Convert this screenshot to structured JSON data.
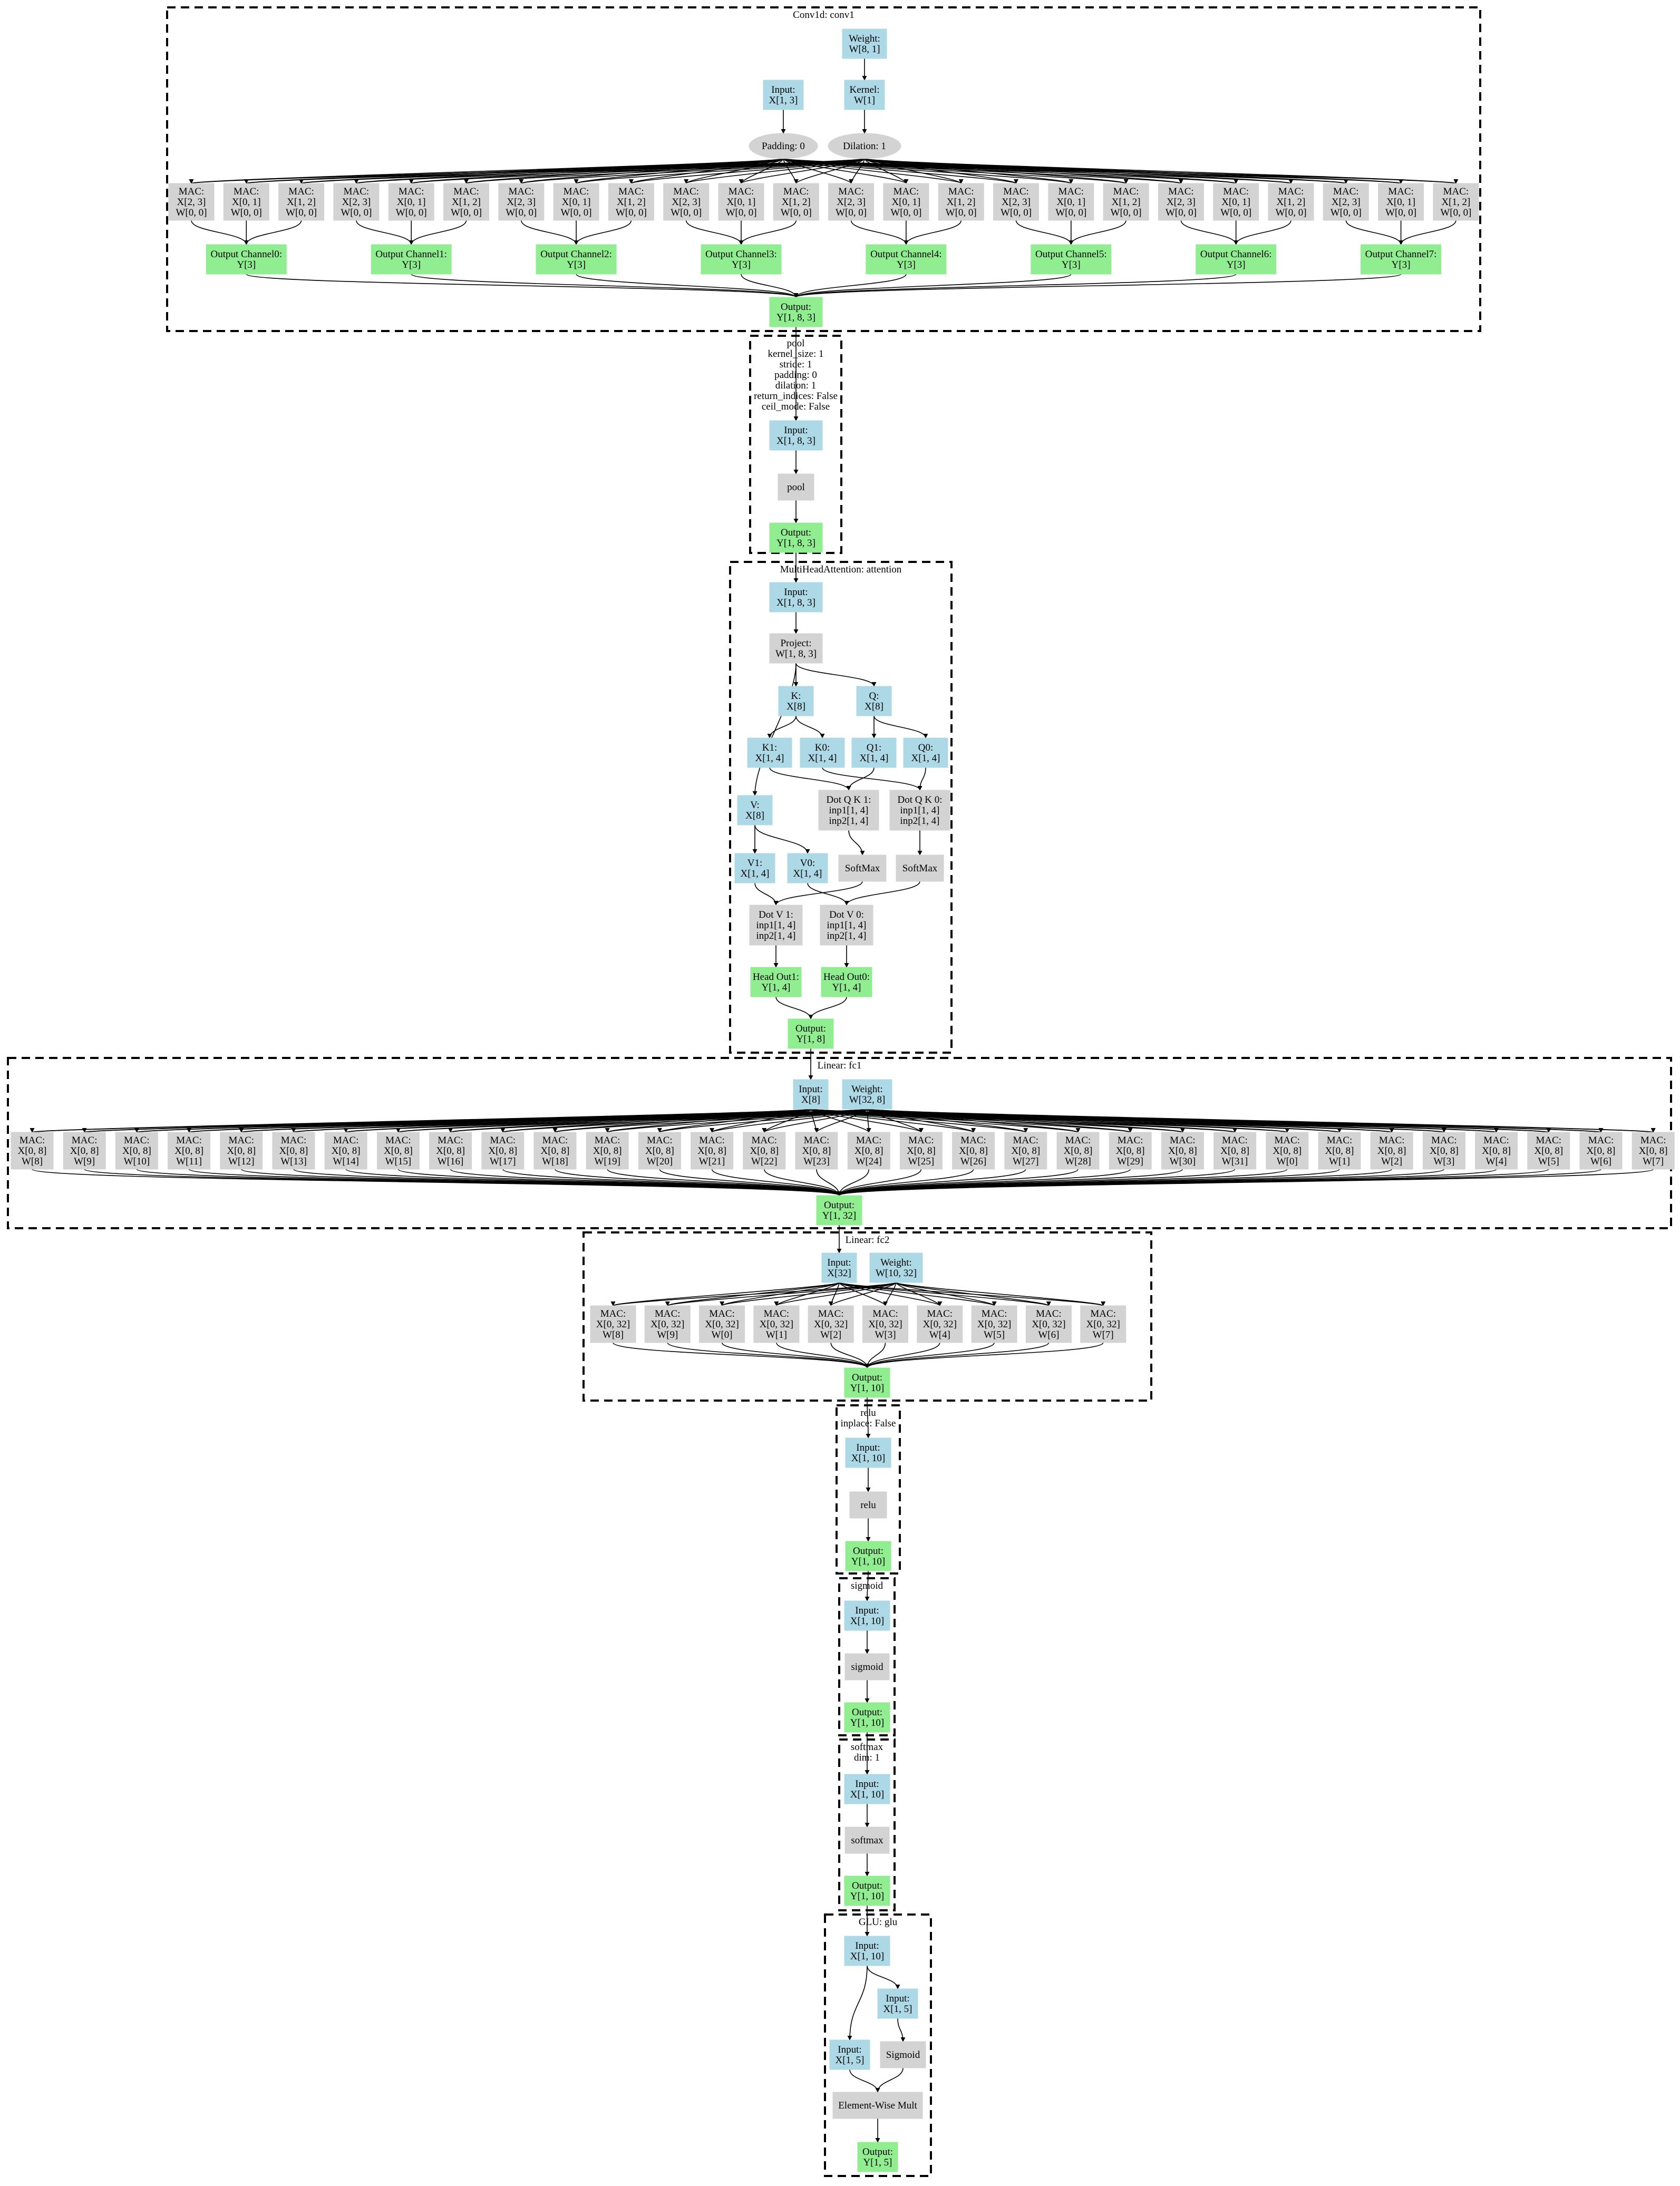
{
  "colors": {
    "input": "#add8e6",
    "op": "#d3d3d3",
    "output": "#90ee90",
    "edge": "#000000",
    "cluster_border": "#000000"
  },
  "clusters": {
    "conv1": {
      "label": "Conv1d: conv1"
    },
    "pool": {
      "label": "pool\nkernel_size: 1\nstride: 1\npadding: 0\ndilation: 1\nreturn_indices: False\nceil_mode: False"
    },
    "attention": {
      "label": "MultiHeadAttention: attention"
    },
    "fc1": {
      "label": "Linear: fc1"
    },
    "fc2": {
      "label": "Linear: fc2"
    },
    "relu": {
      "label": "relu\ninplace: False"
    },
    "sigmoid": {
      "label": "sigmoid"
    },
    "softmax": {
      "label": "softmax\ndim: 1"
    },
    "glu": {
      "label": "GLU: glu"
    }
  },
  "nodes": {
    "conv1": {
      "weight": "Weight:\nW[8, 1]",
      "kernel": "Kernel:\nW[1]",
      "input": "Input:\nX[1, 3]",
      "padding": "Padding: 0",
      "dilation": "Dilation: 1",
      "macs": [
        "MAC:\nX[2, 3]\nW[0, 0]",
        "MAC:\nX[0, 1]\nW[0, 0]",
        "MAC:\nX[1, 2]\nW[0, 0]",
        "MAC:\nX[2, 3]\nW[0, 0]",
        "MAC:\nX[0, 1]\nW[0, 0]",
        "MAC:\nX[1, 2]\nW[0, 0]",
        "MAC:\nX[2, 3]\nW[0, 0]",
        "MAC:\nX[0, 1]\nW[0, 0]",
        "MAC:\nX[1, 2]\nW[0, 0]",
        "MAC:\nX[2, 3]\nW[0, 0]",
        "MAC:\nX[0, 1]\nW[0, 0]",
        "MAC:\nX[1, 2]\nW[0, 0]",
        "MAC:\nX[2, 3]\nW[0, 0]",
        "MAC:\nX[0, 1]\nW[0, 0]",
        "MAC:\nX[1, 2]\nW[0, 0]",
        "MAC:\nX[2, 3]\nW[0, 0]",
        "MAC:\nX[0, 1]\nW[0, 0]",
        "MAC:\nX[1, 2]\nW[0, 0]",
        "MAC:\nX[2, 3]\nW[0, 0]",
        "MAC:\nX[0, 1]\nW[0, 0]",
        "MAC:\nX[1, 2]\nW[0, 0]",
        "MAC:\nX[2, 3]\nW[0, 0]",
        "MAC:\nX[0, 1]\nW[0, 0]",
        "MAC:\nX[1, 2]\nW[0, 0]"
      ],
      "channels": [
        "Output Channel0:\nY[3]",
        "Output Channel1:\nY[3]",
        "Output Channel2:\nY[3]",
        "Output Channel3:\nY[3]",
        "Output Channel4:\nY[3]",
        "Output Channel5:\nY[3]",
        "Output Channel6:\nY[3]",
        "Output Channel7:\nY[3]"
      ],
      "output": "Output:\nY[1, 8, 3]"
    },
    "pool": {
      "input": "Input:\nX[1, 8, 3]",
      "op": "pool",
      "output": "Output:\nY[1, 8, 3]"
    },
    "attention": {
      "input": "Input:\nX[1, 8, 3]",
      "project": "Project:\nW[1, 8, 3]",
      "k": "K:\nX[8]",
      "q": "Q:\nX[8]",
      "k1": "K1:\nX[1, 4]",
      "k0": "K0:\nX[1, 4]",
      "q1": "Q1:\nX[1, 4]",
      "q0": "Q0:\nX[1, 4]",
      "dotqk1": "Dot Q K 1:\ninp1[1, 4]\ninp2[1, 4]",
      "dotqk0": "Dot Q K 0:\ninp1[1, 4]\ninp2[1, 4]",
      "v": "V:\nX[8]",
      "softmax1": "SoftMax",
      "softmax0": "SoftMax",
      "v1": "V1:\nX[1, 4]",
      "v0": "V0:\nX[1, 4]",
      "dotv1": "Dot V 1:\ninp1[1, 4]\ninp2[1, 4]",
      "dotv0": "Dot V 0:\ninp1[1, 4]\ninp2[1, 4]",
      "headout1": "Head Out1:\nY[1, 4]",
      "headout0": "Head Out0:\nY[1, 4]",
      "output": "Output:\nY[1, 8]"
    },
    "fc1": {
      "input": "Input:\nX[8]",
      "weight": "Weight:\nW[32, 8]",
      "macs": [
        "MAC:\nX[0, 8]\nW[8]",
        "MAC:\nX[0, 8]\nW[9]",
        "MAC:\nX[0, 8]\nW[10]",
        "MAC:\nX[0, 8]\nW[11]",
        "MAC:\nX[0, 8]\nW[12]",
        "MAC:\nX[0, 8]\nW[13]",
        "MAC:\nX[0, 8]\nW[14]",
        "MAC:\nX[0, 8]\nW[15]",
        "MAC:\nX[0, 8]\nW[16]",
        "MAC:\nX[0, 8]\nW[17]",
        "MAC:\nX[0, 8]\nW[18]",
        "MAC:\nX[0, 8]\nW[19]",
        "MAC:\nX[0, 8]\nW[20]",
        "MAC:\nX[0, 8]\nW[21]",
        "MAC:\nX[0, 8]\nW[22]",
        "MAC:\nX[0, 8]\nW[23]",
        "MAC:\nX[0, 8]\nW[24]",
        "MAC:\nX[0, 8]\nW[25]",
        "MAC:\nX[0, 8]\nW[26]",
        "MAC:\nX[0, 8]\nW[27]",
        "MAC:\nX[0, 8]\nW[28]",
        "MAC:\nX[0, 8]\nW[29]",
        "MAC:\nX[0, 8]\nW[30]",
        "MAC:\nX[0, 8]\nW[31]",
        "MAC:\nX[0, 8]\nW[0]",
        "MAC:\nX[0, 8]\nW[1]",
        "MAC:\nX[0, 8]\nW[2]",
        "MAC:\nX[0, 8]\nW[3]",
        "MAC:\nX[0, 8]\nW[4]",
        "MAC:\nX[0, 8]\nW[5]",
        "MAC:\nX[0, 8]\nW[6]",
        "MAC:\nX[0, 8]\nW[7]"
      ],
      "output": "Output:\nY[1, 32]"
    },
    "fc2": {
      "input": "Input:\nX[32]",
      "weight": "Weight:\nW[10, 32]",
      "macs": [
        "MAC:\nX[0, 32]\nW[8]",
        "MAC:\nX[0, 32]\nW[9]",
        "MAC:\nX[0, 32]\nW[0]",
        "MAC:\nX[0, 32]\nW[1]",
        "MAC:\nX[0, 32]\nW[2]",
        "MAC:\nX[0, 32]\nW[3]",
        "MAC:\nX[0, 32]\nW[4]",
        "MAC:\nX[0, 32]\nW[5]",
        "MAC:\nX[0, 32]\nW[6]",
        "MAC:\nX[0, 32]\nW[7]"
      ],
      "output": "Output:\nY[1, 10]"
    },
    "relu": {
      "input": "Input:\nX[1, 10]",
      "op": "relu",
      "output": "Output:\nY[1, 10]"
    },
    "sigmoid": {
      "input": "Input:\nX[1, 10]",
      "op": "sigmoid",
      "output": "Output:\nY[1, 10]"
    },
    "softmax": {
      "input": "Input:\nX[1, 10]",
      "op": "softmax",
      "output": "Output:\nY[1, 10]"
    },
    "glu": {
      "input": "Input:\nX[1, 10]",
      "input_b": "Input:\nX[1, 5]",
      "input_a": "Input:\nX[1, 5]",
      "sigmoid": "Sigmoid",
      "mult": "Element-Wise Mult",
      "output": "Output:\nY[1, 5]"
    }
  }
}
